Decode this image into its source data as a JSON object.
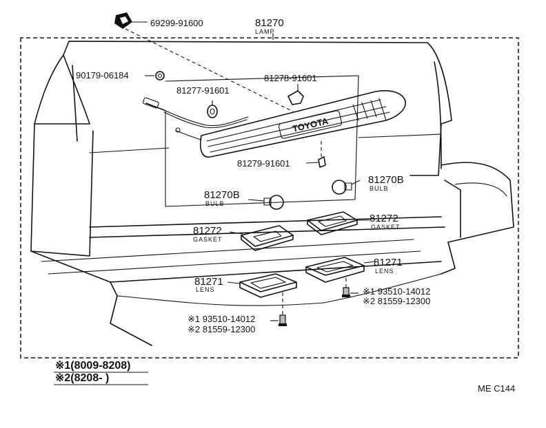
{
  "callouts": {
    "clip_top": "69299-91600",
    "lamp_no": "81270",
    "lamp_sub": "LAMP",
    "nut": "90179-06184",
    "grommet_l": "81277-91601",
    "grommet_r": "81278-91601",
    "clip_low": "81279-91601",
    "bulb_r_no": "81270B",
    "bulb_r_sub": "BULB",
    "bulb_l_no": "81270B",
    "bulb_l_sub": "BULB",
    "gasket_r_no": "81272",
    "gasket_r_sub": "GASKET",
    "gasket_l_no": "81272",
    "gasket_l_sub": "GASKET",
    "lens_r_no": "81271",
    "lens_r_sub": "LENS",
    "lens_l_no": "81271",
    "lens_l_sub": "LENS",
    "screw_r1": "※1 93510-14012",
    "screw_r2": "※2 81559-12300",
    "screw_l1": "※1 93510-14012",
    "screw_l2": "※2 81559-12300",
    "emblem": "TOYOTA"
  },
  "legend": {
    "note1": "※1(8009-8208)",
    "note2": "※2(8208-      )"
  },
  "code": "ME C144"
}
